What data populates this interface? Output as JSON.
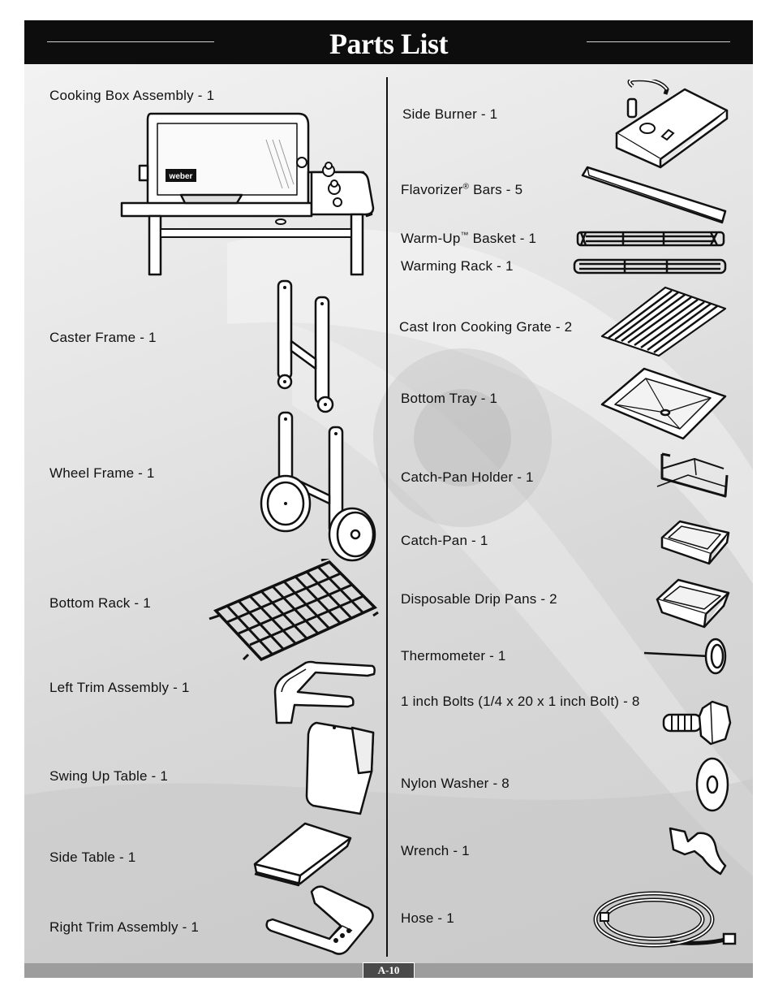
{
  "page": {
    "title": "Parts List",
    "page_number": "A-10"
  },
  "left_parts": [
    {
      "name": "Cooking Box Assembly - 1",
      "icon": "cooking-box-assembly-icon"
    },
    {
      "name": "Caster Frame - 1",
      "icon": "caster-frame-icon"
    },
    {
      "name": "Wheel Frame - 1",
      "icon": "wheel-frame-icon"
    },
    {
      "name": "Bottom Rack - 1",
      "icon": "bottom-rack-icon"
    },
    {
      "name": "Left Trim Assembly - 1",
      "icon": "left-trim-assembly-icon"
    },
    {
      "name": "Swing Up Table - 1",
      "icon": "swing-up-table-icon"
    },
    {
      "name": "Side Table - 1",
      "icon": "side-table-icon"
    },
    {
      "name": "Right Trim Assembly - 1",
      "icon": "right-trim-assembly-icon"
    }
  ],
  "right_parts": [
    {
      "name": "Side Burner - 1",
      "icon": "side-burner-icon"
    },
    {
      "name_before": "Flavorizer",
      "mark": "®",
      "name_after": " Bars - 5",
      "icon": "flavorizer-bar-icon"
    },
    {
      "name_before": "Warm-Up",
      "mark": "™",
      "name_after": " Basket - 1",
      "icon": "warm-up-basket-icon"
    },
    {
      "name": "Warming Rack - 1",
      "icon": "warming-rack-icon"
    },
    {
      "name": "Cast Iron Cooking Grate - 2",
      "icon": "cooking-grate-icon"
    },
    {
      "name": "Bottom Tray - 1",
      "icon": "bottom-tray-icon"
    },
    {
      "name": "Catch-Pan Holder - 1",
      "icon": "catch-pan-holder-icon"
    },
    {
      "name": "Catch-Pan - 1",
      "icon": "catch-pan-icon"
    },
    {
      "name": "Disposable Drip Pans - 2",
      "icon": "drip-pan-icon"
    },
    {
      "name": "Thermometer - 1",
      "icon": "thermometer-icon"
    },
    {
      "name": "1 inch Bolts (1/4 x 20 x 1 inch Bolt) - 8",
      "icon": "bolt-icon"
    },
    {
      "name": "Nylon Washer - 8",
      "icon": "nylon-washer-icon"
    },
    {
      "name": "Wrench - 1",
      "icon": "wrench-icon"
    },
    {
      "name": "Hose - 1",
      "icon": "hose-icon"
    }
  ],
  "grill_logo_text": "weber"
}
